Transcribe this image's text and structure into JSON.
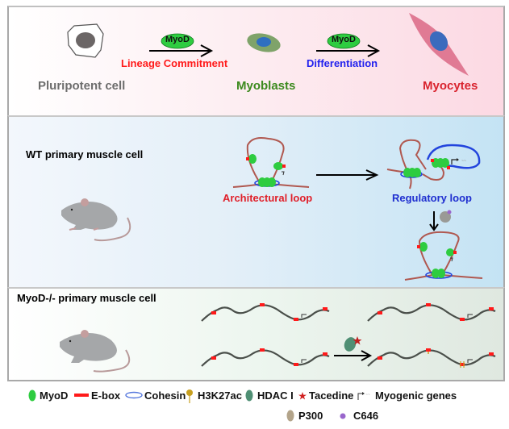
{
  "top_panel": {
    "stages": [
      {
        "label": "Pluripotent cell",
        "color": "#6d6d6d"
      },
      {
        "label": "Myoblasts",
        "color": "#3c8a1e"
      },
      {
        "label": "Myocytes",
        "color": "#d9232e"
      }
    ],
    "transitions": [
      {
        "factor": "MyoD",
        "label": "Lineage Commitment",
        "color": "#ff1a1a"
      },
      {
        "factor": "MyoD",
        "label": "Differentiation",
        "color": "#2222ee"
      }
    ]
  },
  "middle_panel": {
    "title": "WT primary muscle cell",
    "loops": [
      {
        "label": "Architectural loop",
        "color": "#e0202a"
      },
      {
        "label": "Regulatory loop",
        "color": "#1f2fd0"
      }
    ]
  },
  "bottom_panel": {
    "title": "MyoD-/- primary muscle cell"
  },
  "legend": {
    "items": [
      {
        "name": "MyoD",
        "icon": "green-oval-icon",
        "color": "#2ecc40"
      },
      {
        "name": "E-box",
        "icon": "red-bar-icon",
        "color": "#ff1a1a"
      },
      {
        "name": "Cohesin",
        "icon": "blue-ring-icon",
        "color": "#3355dd"
      },
      {
        "name": "H3K27ac",
        "icon": "lollipop-icon",
        "color": "#c8a020"
      },
      {
        "name": "HDAC I",
        "icon": "teal-oval-icon",
        "color": "#4f8f74"
      },
      {
        "name": "Tacedine",
        "icon": "star-icon",
        "color": "#d02020"
      },
      {
        "name": "Myogenic genes",
        "icon": "tss-arrow-icon",
        "color": "#333333"
      },
      {
        "name": "P300",
        "icon": "tan-oval-icon",
        "color": "#b3a48a"
      },
      {
        "name": "C646",
        "icon": "purple-dot-icon",
        "color": "#9966cc"
      }
    ]
  }
}
